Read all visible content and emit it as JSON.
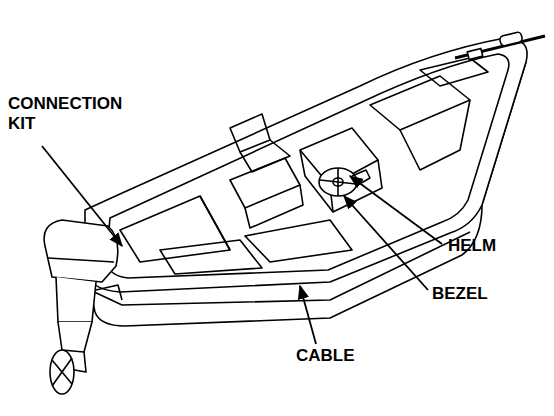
{
  "diagram": {
    "labels": [
      "CONNECTION KIT",
      "HELM",
      "BEZEL",
      "CABLE"
    ]
  }
}
